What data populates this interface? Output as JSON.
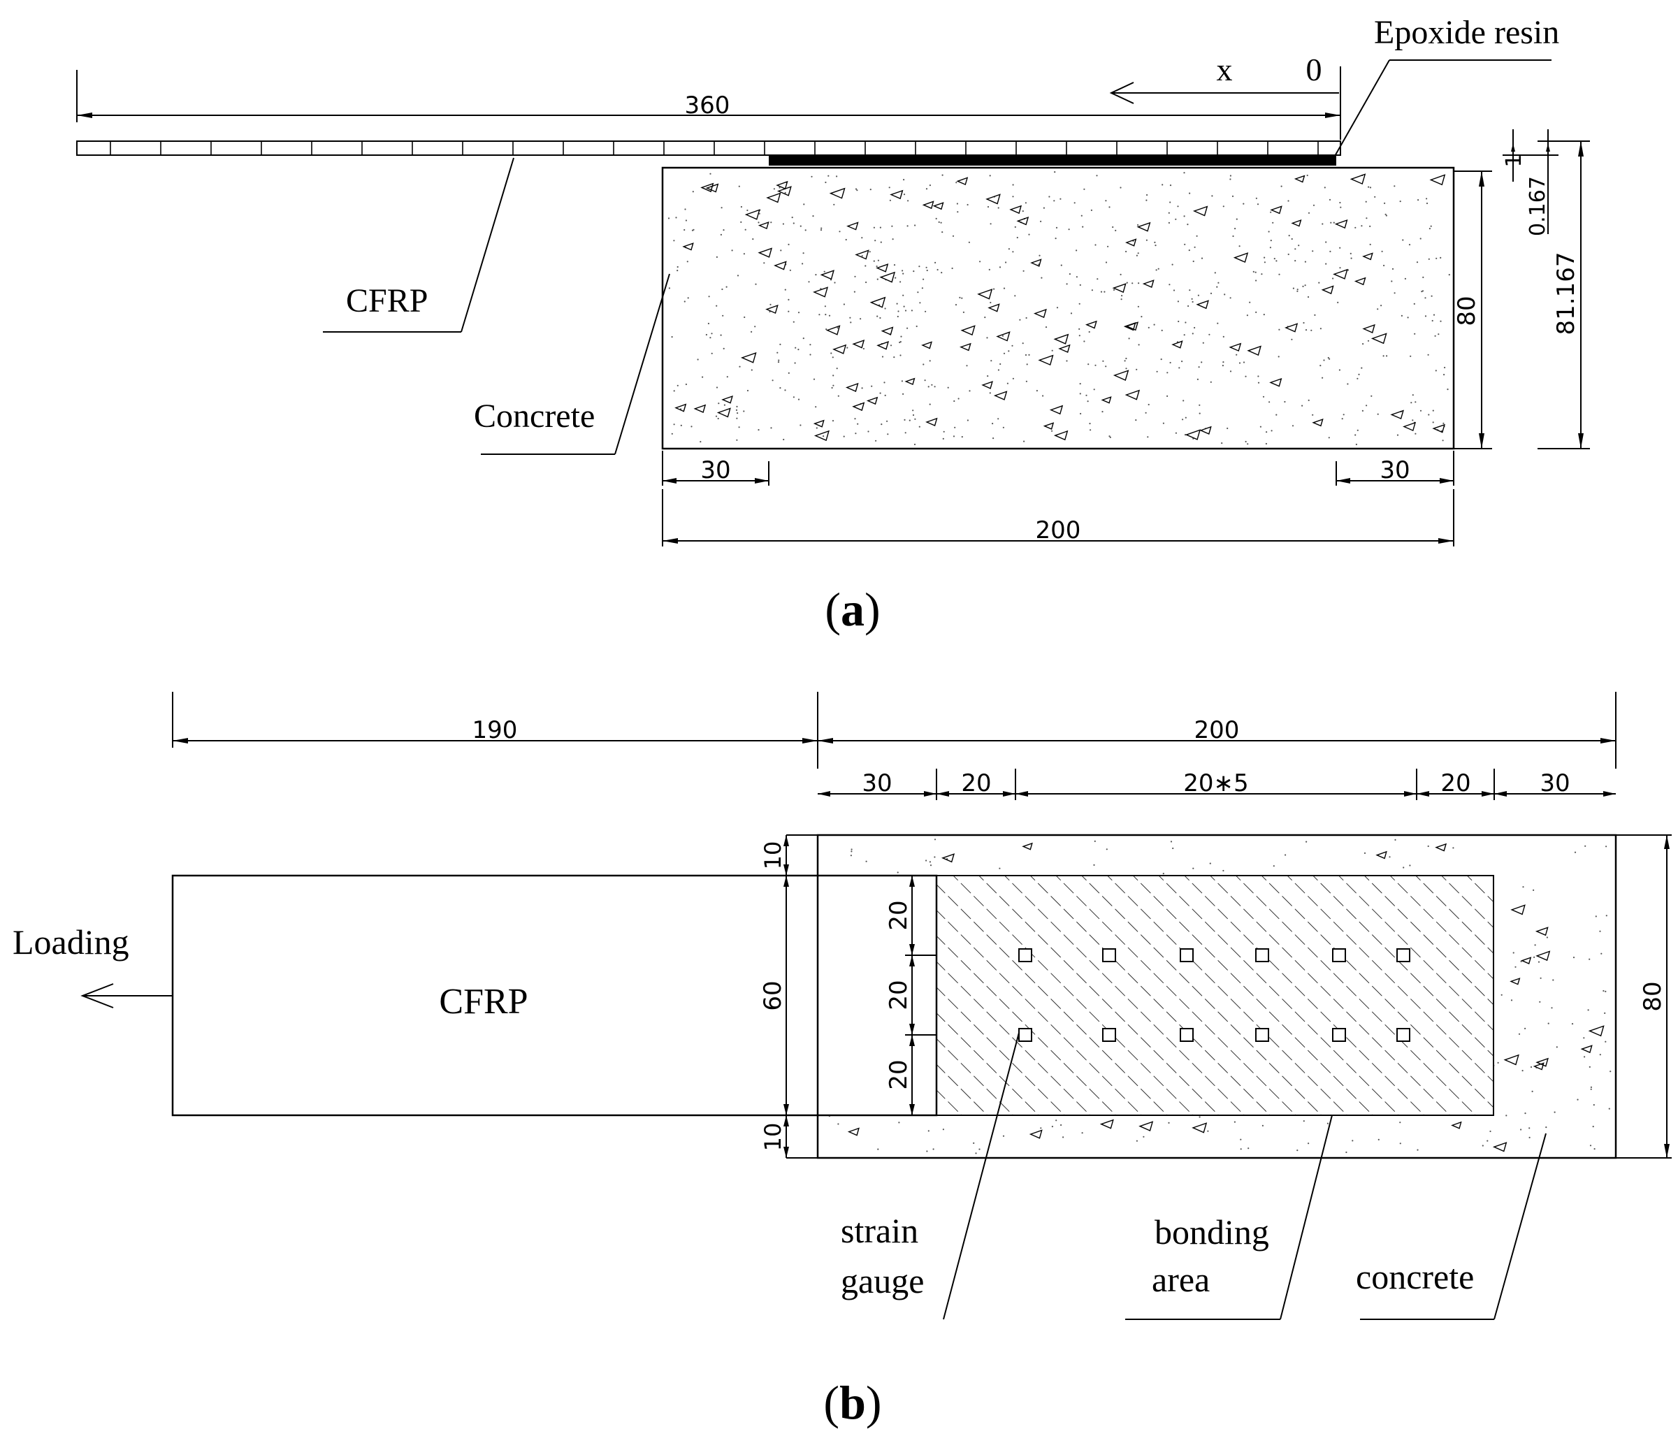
{
  "panel_a": {
    "caption_open": "(",
    "caption_letter": "a",
    "caption_close": ")",
    "labels": {
      "epoxide": "Epoxide resin",
      "cfrp": "CFRP",
      "concrete": "Concrete",
      "axis_x": "x",
      "axis_zero": "0"
    },
    "dims": {
      "total_length": "360",
      "height_80": "80",
      "height_total": "81.167",
      "thickness_1": "1",
      "thickness_0167": "0.167",
      "left_30": "30",
      "right_30": "30",
      "width_200": "200"
    }
  },
  "panel_b": {
    "caption_open": "(",
    "caption_letter": "b",
    "caption_close": ")",
    "labels": {
      "loading": "Loading",
      "cfrp": "CFRP",
      "strain_gauge_1": "strain",
      "strain_gauge_2": "gauge",
      "bonding_1": "bonding",
      "bonding_2": "area",
      "concrete": "concrete"
    },
    "dims": {
      "top_190": "190",
      "top_200": "200",
      "seg_30a": "30",
      "seg_20a": "20",
      "seg_20x5": "20∗5",
      "seg_20b": "20",
      "seg_30b": "30",
      "left_10_top": "10",
      "left_60": "60",
      "left_10_bottom": "10",
      "gauge_20_a": "20",
      "gauge_20_b": "20",
      "gauge_20_c": "20",
      "right_80": "80"
    },
    "strain_gauge_rows": 2,
    "strain_gauges_per_row": 6
  }
}
